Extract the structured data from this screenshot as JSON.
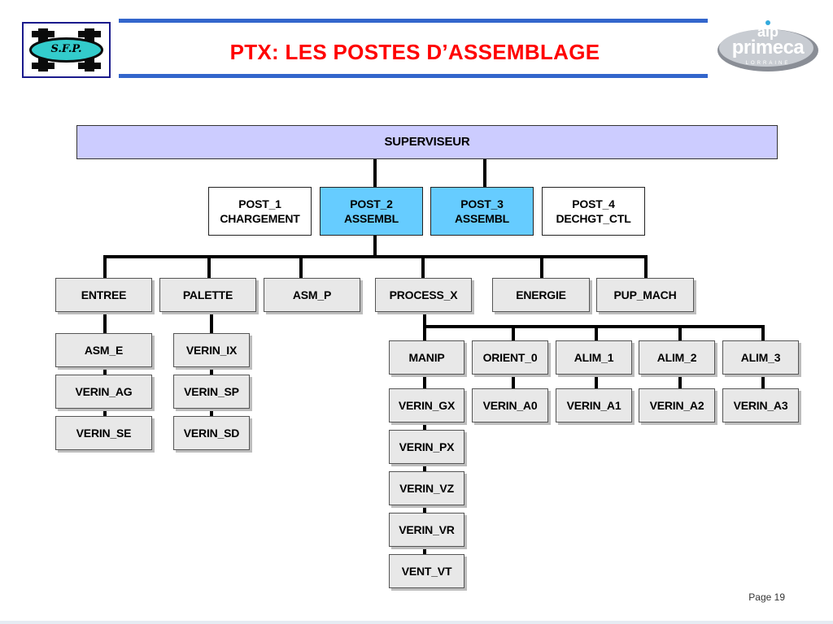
{
  "header": {
    "title": "PTX: LES POSTES D’ASSEMBLAGE",
    "left_logo_text": "S.F.P.",
    "right_logo_text": {
      "top": "aip",
      "main": "primeca",
      "sub": "LORRAINE"
    }
  },
  "colors": {
    "title": "#ff0000",
    "rule": "#3366cc",
    "supervisor_fill": "#ccccff",
    "active_post_fill": "#66ccff",
    "module_fill": "#e8e8e8"
  },
  "diagram": {
    "supervisor": "SUPERVISEUR",
    "posts": [
      {
        "id": "post1",
        "label": "POST_1\nCHARGEMENT"
      },
      {
        "id": "post2",
        "label": "POST_2\nASSEMBL"
      },
      {
        "id": "post3",
        "label": "POST_3\nASSEMBL"
      },
      {
        "id": "post4",
        "label": "POST_4\nDECHGT_CTL"
      }
    ],
    "modules": [
      "ENTREE",
      "PALETTE",
      "ASM_P",
      "PROCESS_X",
      "ENERGIE",
      "PUP_MACH"
    ],
    "entree_children": [
      "ASM_E",
      "VERIN_AG",
      "VERIN_SE"
    ],
    "palette_children": [
      "VERIN_IX",
      "VERIN_SP",
      "VERIN_SD"
    ],
    "process_groups": [
      "MANIP",
      "ORIENT_0",
      "ALIM_1",
      "ALIM_2",
      "ALIM_3"
    ],
    "manip_children": [
      "VERIN_GX",
      "VERIN_PX",
      "VERIN_VZ",
      "VERIN_VR",
      "VENT_VT"
    ],
    "actuators": [
      "VERIN_A0",
      "VERIN_A1",
      "VERIN_A2",
      "VERIN_A3"
    ]
  },
  "footer": {
    "page": "Page 19"
  }
}
